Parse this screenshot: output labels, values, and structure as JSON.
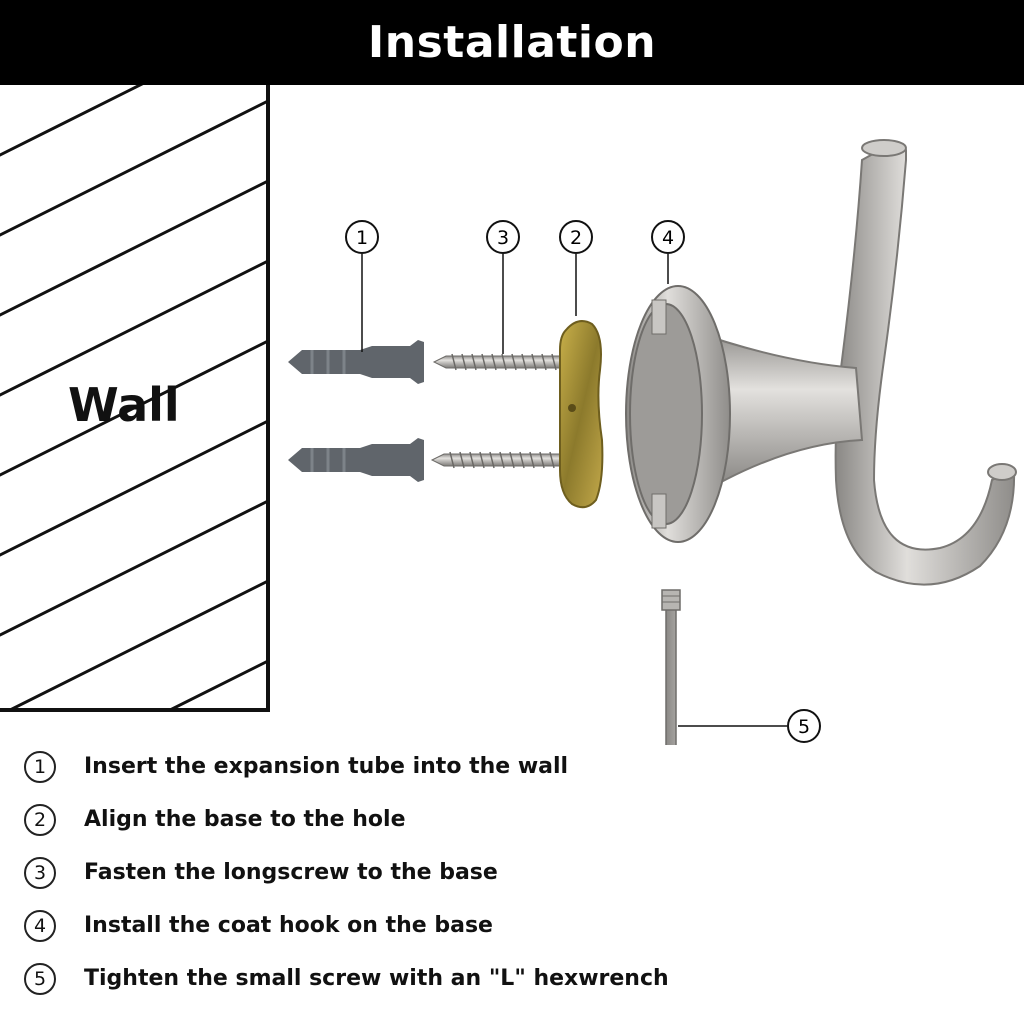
{
  "title": "Installation",
  "wall_label": "Wall",
  "callouts": {
    "c1": "1",
    "c2": "2",
    "c3": "3",
    "c4": "4",
    "c5": "5"
  },
  "steps": [
    {
      "num": "1",
      "text": "Insert the expansion tube into the wall"
    },
    {
      "num": "2",
      "text": "Align the base to the hole"
    },
    {
      "num": "3",
      "text": "Fasten the longscrew to the base"
    },
    {
      "num": "4",
      "text": "Install the coat hook on the base"
    },
    {
      "num": "5",
      "text": "Tighten the small screw with an \"L\" hexwrench"
    }
  ],
  "colors": {
    "header_bg": "#000000",
    "anchor_gray": "#5f6368",
    "brass": "#b59a3a",
    "steel": "#b9b7b4"
  }
}
